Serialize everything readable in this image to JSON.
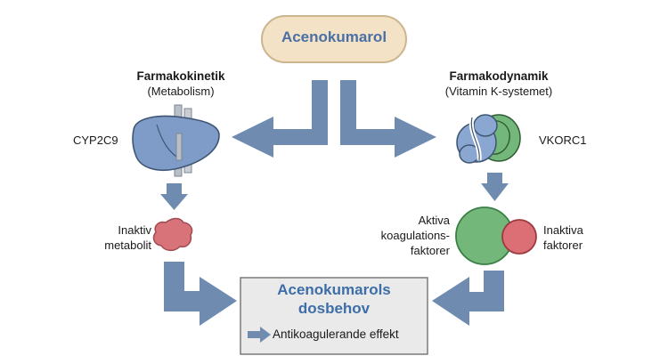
{
  "drug": "Acenokumarol",
  "left": {
    "title": "Farmakokinetik",
    "subtitle": "(Metabolism)",
    "enzyme": "CYP2C9",
    "product_line1": "Inaktiv",
    "product_line2": "metabolit"
  },
  "right": {
    "title": "Farmakodynamik",
    "subtitle": "(Vitamin K-systemet)",
    "enzyme": "VKORC1",
    "active_line1": "Aktiva",
    "active_line2": "koagulations-",
    "active_line3": "faktorer",
    "inactive_line1": "Inaktiva",
    "inactive_line2": "faktorer"
  },
  "outcome": {
    "title_line1": "Acenokumarols",
    "title_line2": "dosbehov",
    "effect": "Antikoagulerande effekt"
  },
  "colors": {
    "arrow": "#6f8bb0",
    "pill_fill": "#f3e2c6",
    "pill_text": "#4a6fa5",
    "liver": "#7e9cc7",
    "metabolite": "#d9737a",
    "active_factor": "#74b77a",
    "inactive_factor": "#db6f75",
    "box_fill": "#eaeaea",
    "box_title": "#3d6ea8"
  },
  "icons": [
    "liver-icon",
    "metabolite-icon",
    "vkorc1-protein-icon",
    "coagulation-factors-icon",
    "arrow-right-icon"
  ]
}
